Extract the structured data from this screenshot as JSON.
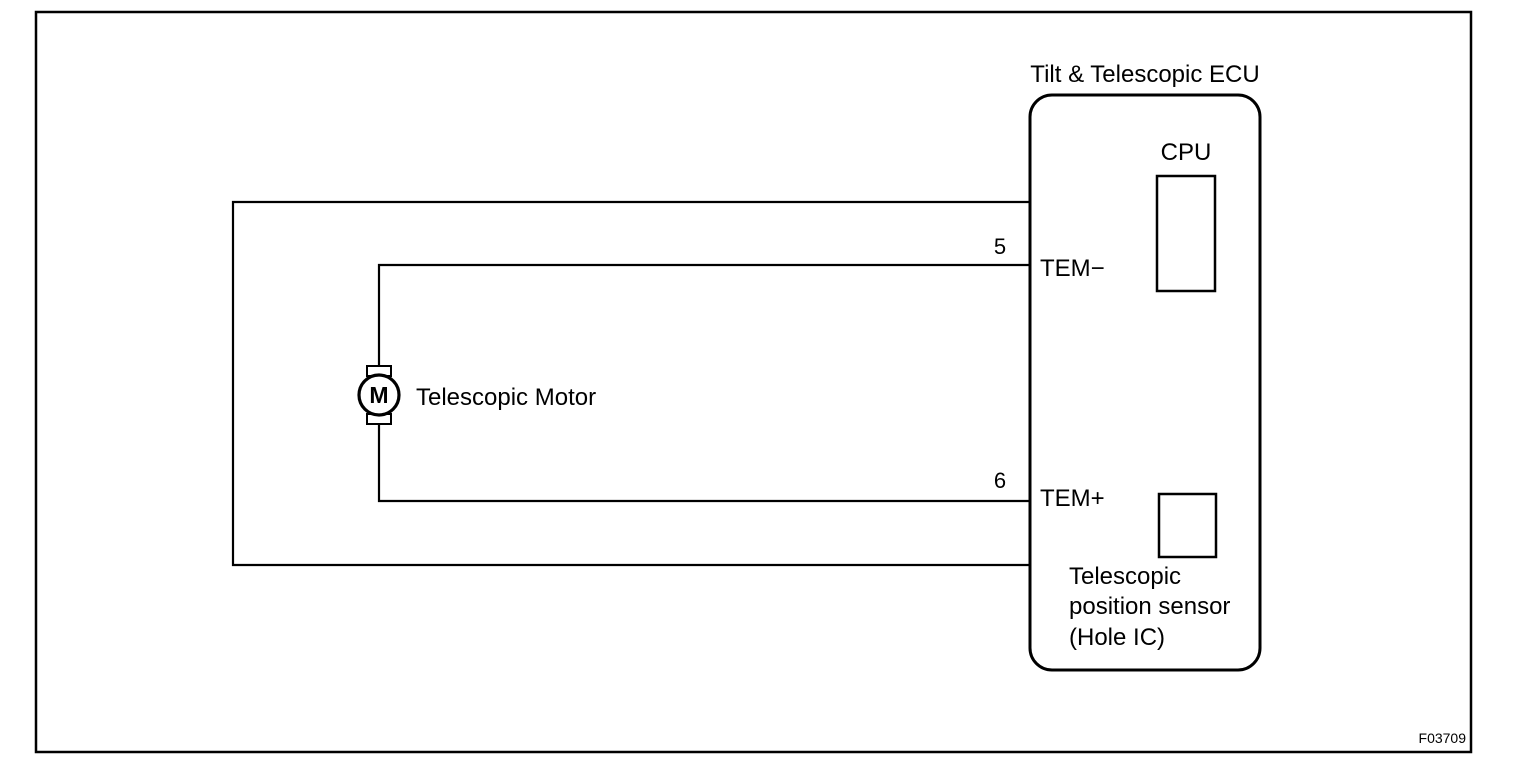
{
  "ecu": {
    "title": "Tilt & Telescopic ECU",
    "cpu_label": "CPU",
    "sensor_label_lines": [
      "Telescopic",
      "position sensor",
      "(Hole IC)"
    ]
  },
  "motor": {
    "symbol": "M",
    "label": "Telescopic Motor"
  },
  "pins": [
    {
      "number": "5",
      "name": "TEM−"
    },
    {
      "number": "6",
      "name": "TEM+"
    }
  ],
  "figure_code": "F03709"
}
